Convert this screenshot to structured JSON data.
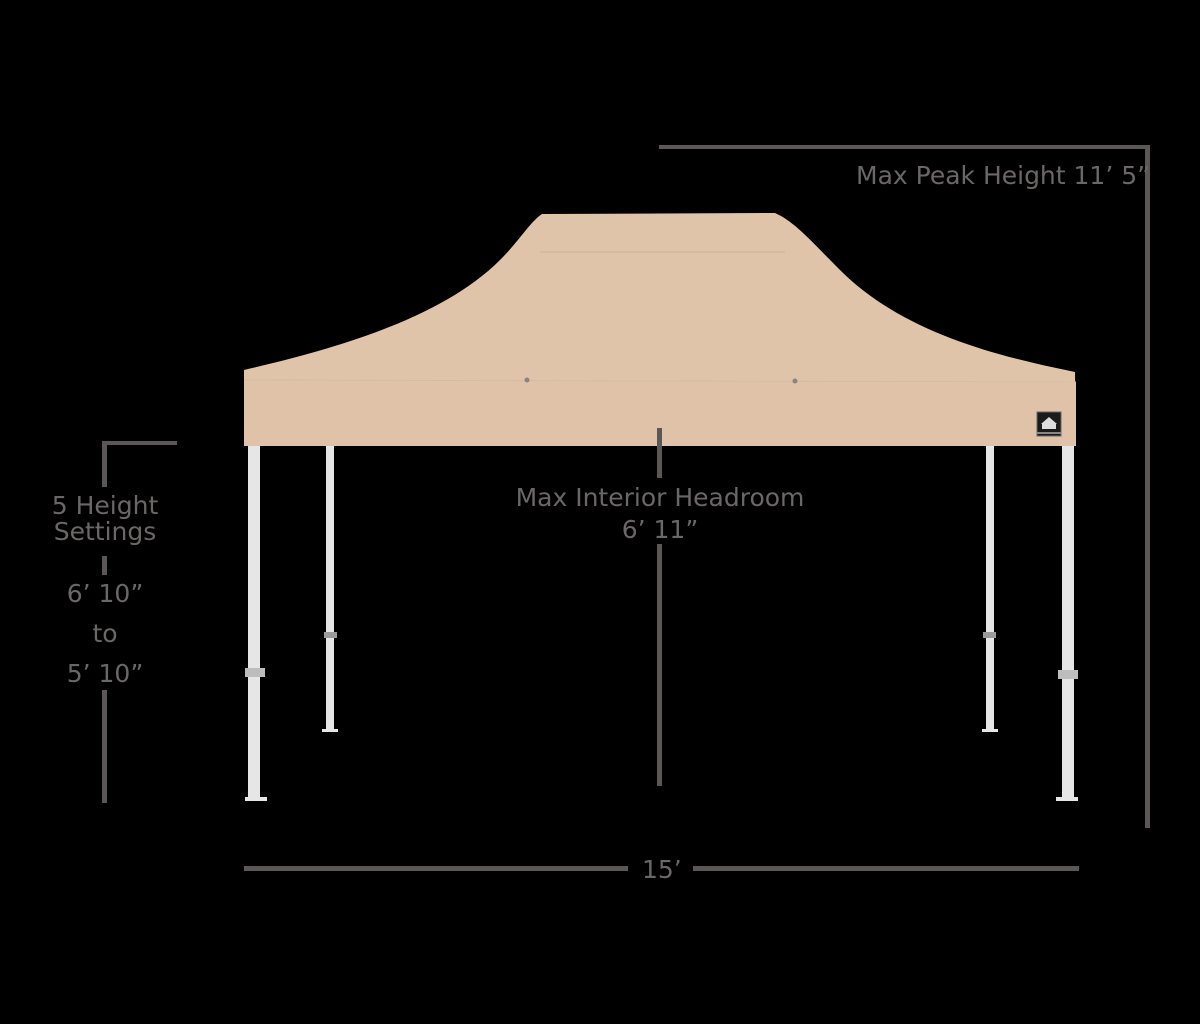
{
  "diagram": {
    "subject": "15 ft pop-up canopy tent, tan/beige top, silver aluminum legs",
    "colors": {
      "background": "#000000",
      "canopy": "#e0c4aa",
      "canopy_shade": "#d9bca1",
      "dimension_line": "#5a5756",
      "label_text": "#6a6766",
      "legs": "#e6e6e6"
    },
    "labels": {
      "max_peak_height": "Max Peak Height 11’ 5”",
      "height_settings_line1": "5 Height",
      "height_settings_line2": "Settings",
      "height_range_top": "6’ 10”",
      "height_range_to": "to",
      "height_range_bottom": "5’ 10”",
      "interior_headroom_line1": "Max Interior Headroom",
      "interior_headroom_line2": "6’ 11”",
      "width": "15’"
    },
    "logo": {
      "icon": "house-logo-icon"
    }
  }
}
